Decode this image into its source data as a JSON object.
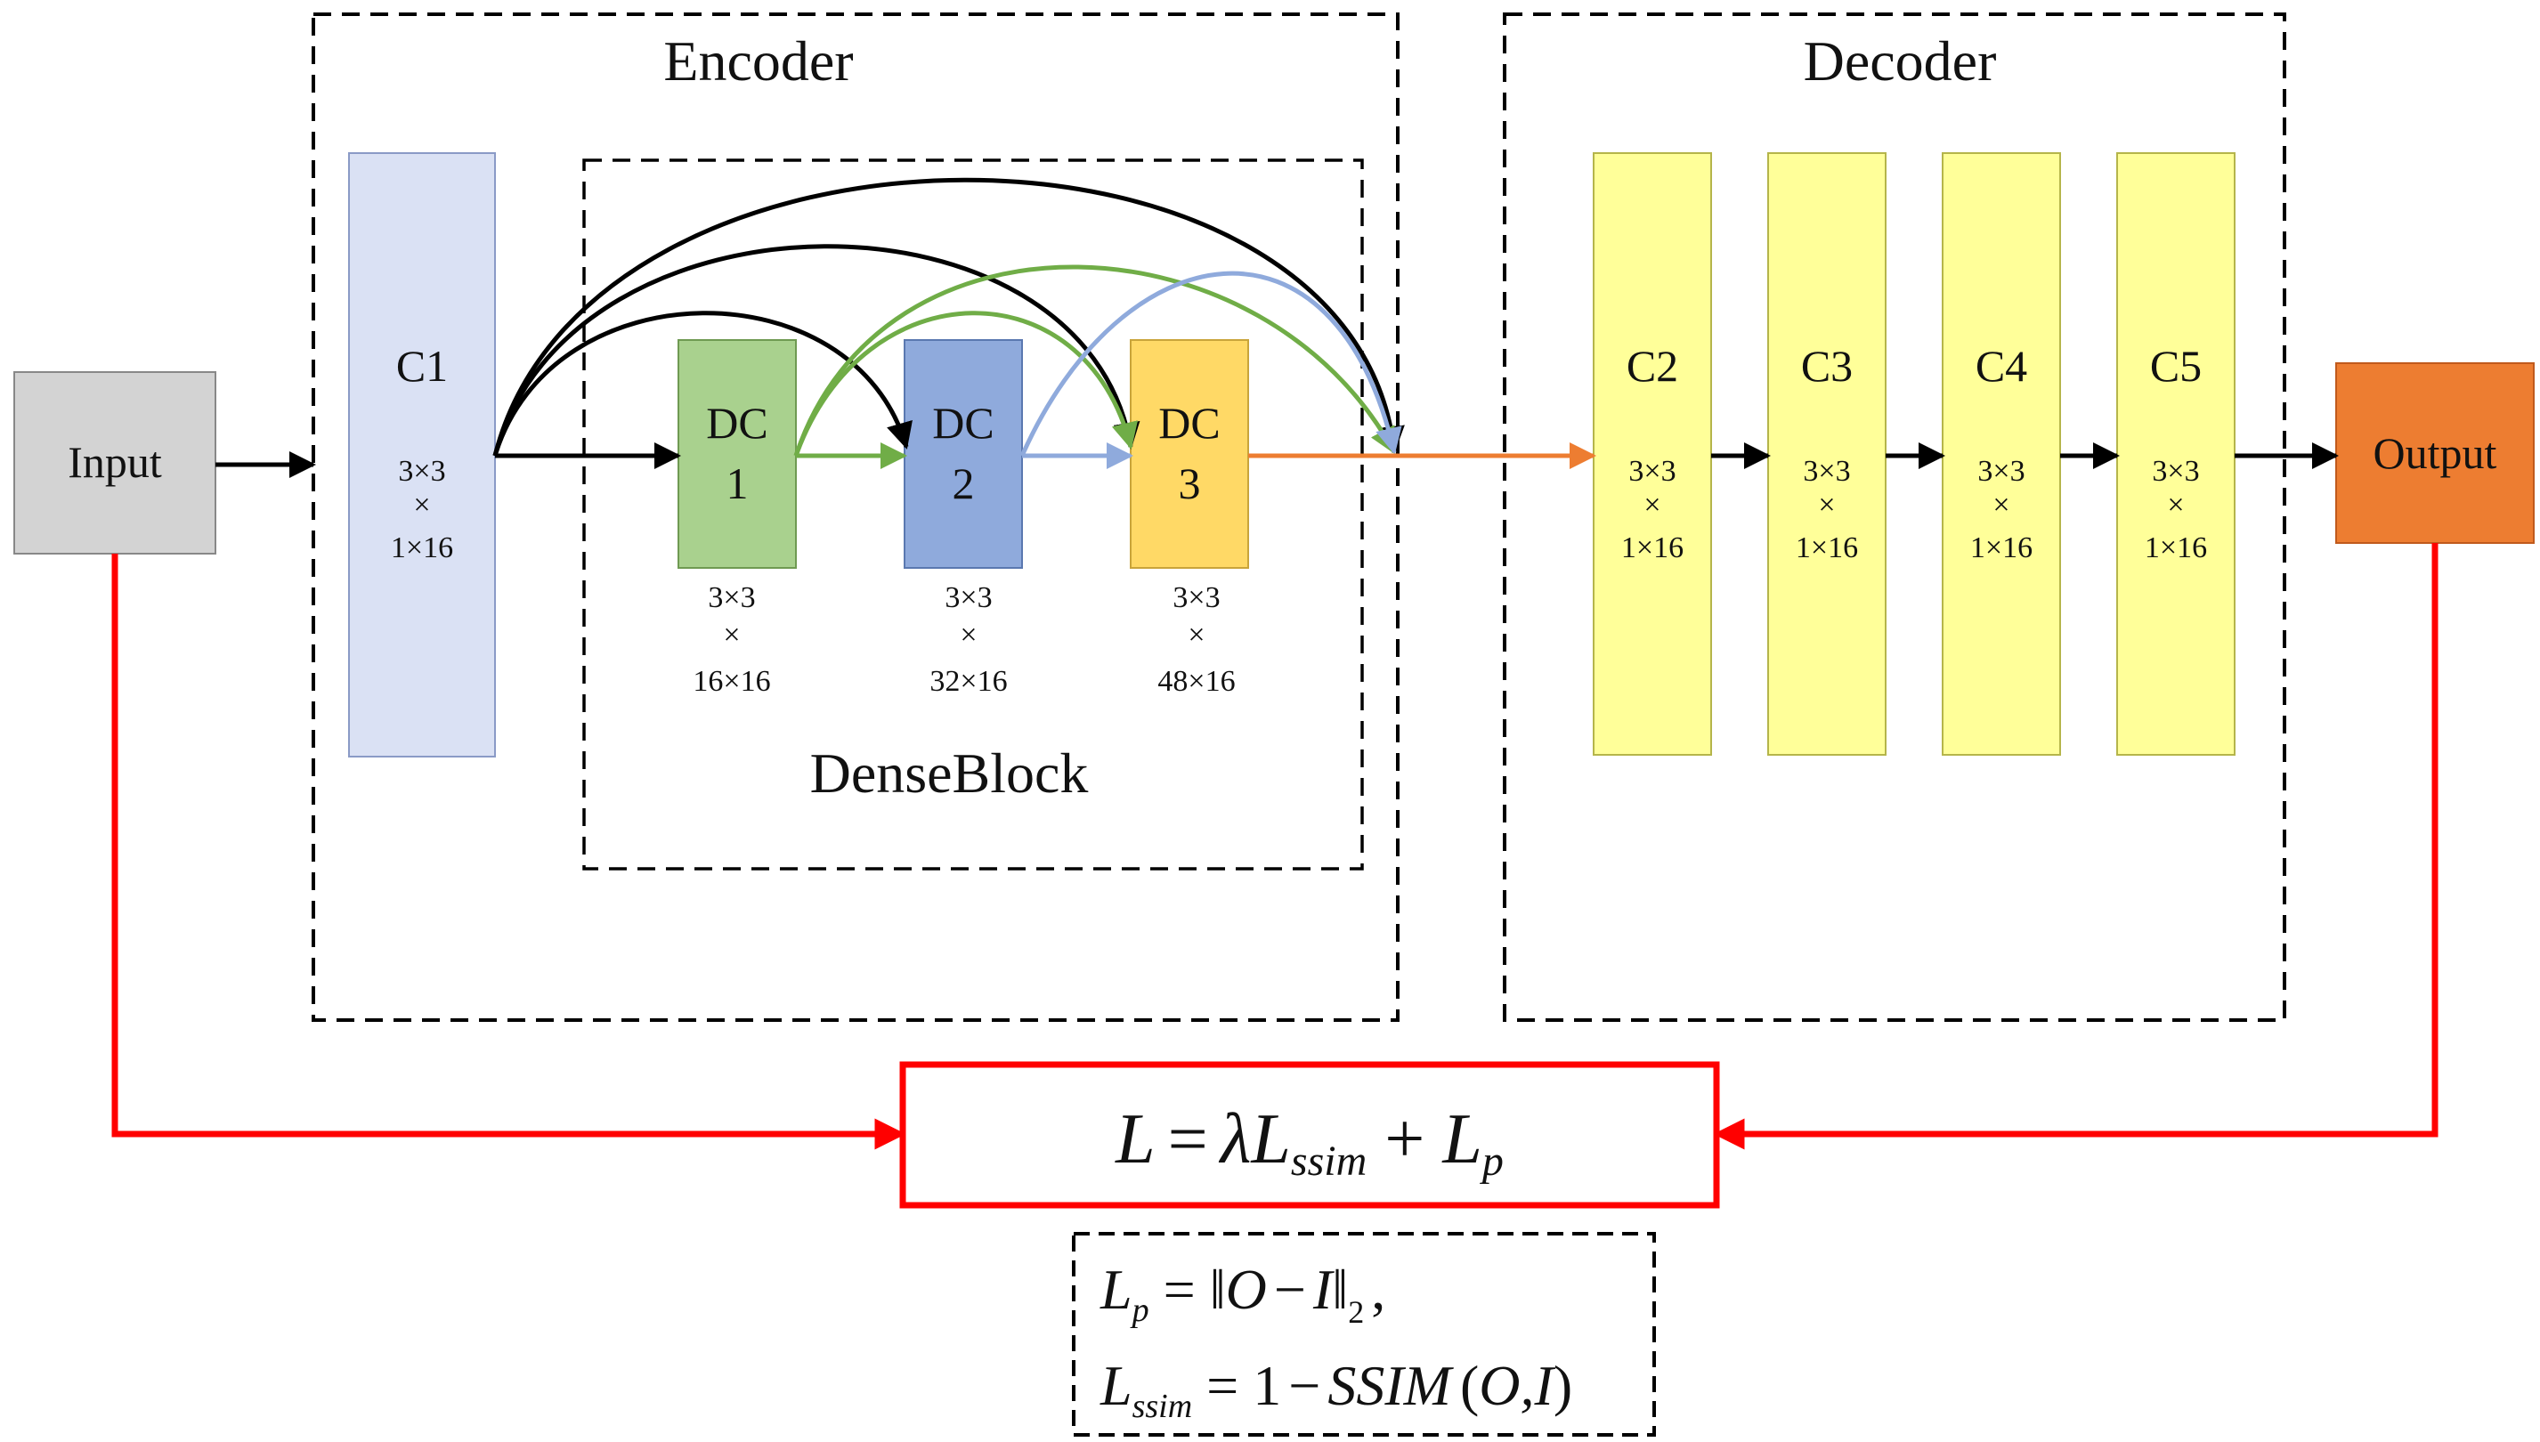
{
  "sections": {
    "encoder_title": "Encoder",
    "decoder_title": "Decoder",
    "denseblock_title": "DenseBlock"
  },
  "input": {
    "label": "Input",
    "color": "#d3d3d3"
  },
  "output": {
    "label": "Output",
    "color": "#ed7d31"
  },
  "encoder": {
    "c1": {
      "label": "C1",
      "dim_line1": "3×3",
      "dim_line2": "×",
      "dim_line3": "1×16",
      "color": "#dae1f4"
    },
    "dense": [
      {
        "label_line1": "DC",
        "label_line2": "1",
        "dim_line1": "3×3",
        "dim_line2": "×",
        "dim_line3": "16×16",
        "color": "#a9d18e"
      },
      {
        "label_line1": "DC",
        "label_line2": "2",
        "dim_line1": "3×3",
        "dim_line2": "×",
        "dim_line3": "32×16",
        "color": "#8faadc"
      },
      {
        "label_line1": "DC",
        "label_line2": "3",
        "dim_line1": "3×3",
        "dim_line2": "×",
        "dim_line3": "48×16",
        "color": "#ffd966"
      }
    ]
  },
  "decoder": {
    "color": "#ffff99",
    "blocks": [
      {
        "label": "C2",
        "dim_line1": "3×3",
        "dim_line2": "×",
        "dim_line3": "1×16"
      },
      {
        "label": "C3",
        "dim_line1": "3×3",
        "dim_line2": "×",
        "dim_line3": "1×16"
      },
      {
        "label": "C4",
        "dim_line1": "3×3",
        "dim_line2": "×",
        "dim_line3": "1×16"
      },
      {
        "label": "C5",
        "dim_line1": "3×3",
        "dim_line2": "×",
        "dim_line3": "1×16"
      }
    ]
  },
  "arrow_colors": {
    "black": "#000000",
    "green": "#70ad47",
    "blue": "#8faadc",
    "orange": "#ed7d31",
    "red": "#ff0000"
  },
  "loss": {
    "main": {
      "L": "L",
      "eq": "=",
      "lambda": "λ",
      "L2": "L",
      "ssim_sub": "ssim",
      "plus": "+",
      "L3": "L",
      "p_sub": "p"
    },
    "lp": {
      "L": "L",
      "sub": "p",
      "eq": "=",
      "norm_open": "‖",
      "O": "O",
      "minus": "−",
      "I": "I",
      "norm_close": "‖",
      "norm_sub": "2",
      "comma": ","
    },
    "lssim": {
      "L": "L",
      "sub": "ssim",
      "eq": "=",
      "one": "1",
      "minus": "−",
      "SSIM": "SSIM",
      "paren_open": "(",
      "args": "O,I",
      "paren_close": ")"
    }
  }
}
